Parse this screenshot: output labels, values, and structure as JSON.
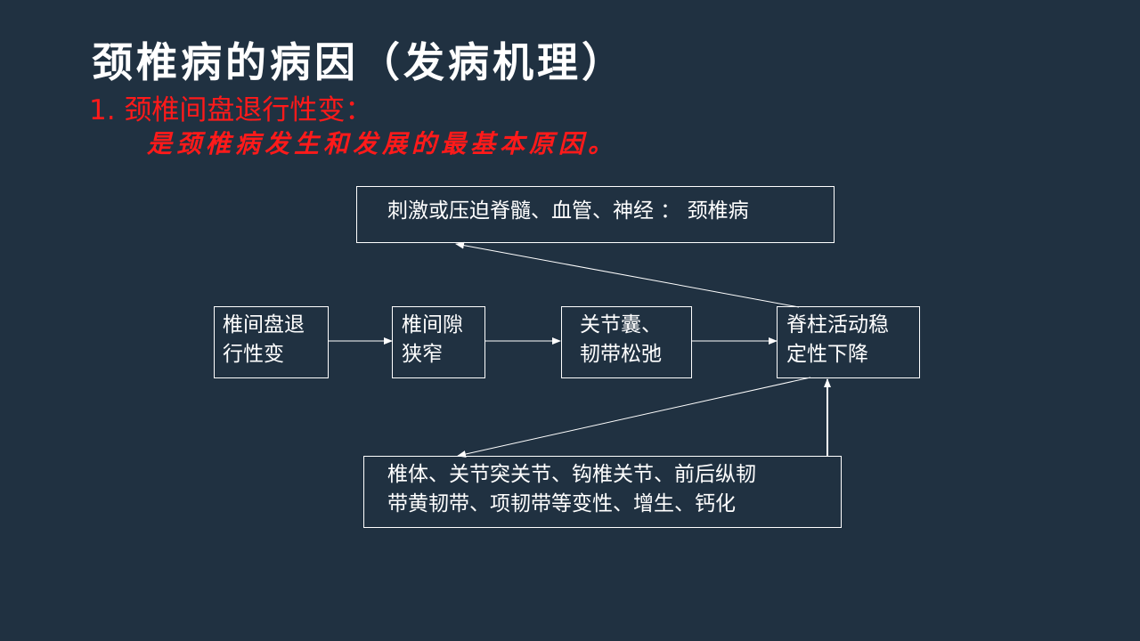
{
  "title": "颈椎病的病因（发病机理）",
  "subtitle": "1. 颈椎间盘退行性变：",
  "subline": "是颈椎病发生和发展的最基本原因。",
  "diagram": {
    "top_box": "刺激或压迫脊髓、血管、神经 ： 颈椎病",
    "box1": [
      "椎间盘退",
      "行性变"
    ],
    "box2": [
      "椎间隙",
      "狭窄"
    ],
    "box3": [
      "关节囊、",
      "韧带松弛"
    ],
    "box4": [
      "脊柱活动稳",
      "定性下降"
    ],
    "bottom_box": [
      "椎体、关节突关节、钩椎关节、前后纵韧",
      "带黄韧带、项韧带等变性、增生、钙化"
    ]
  },
  "colors": {
    "background": "#203141",
    "accent_red": "#ff1a1a",
    "line": "#ffffff"
  }
}
